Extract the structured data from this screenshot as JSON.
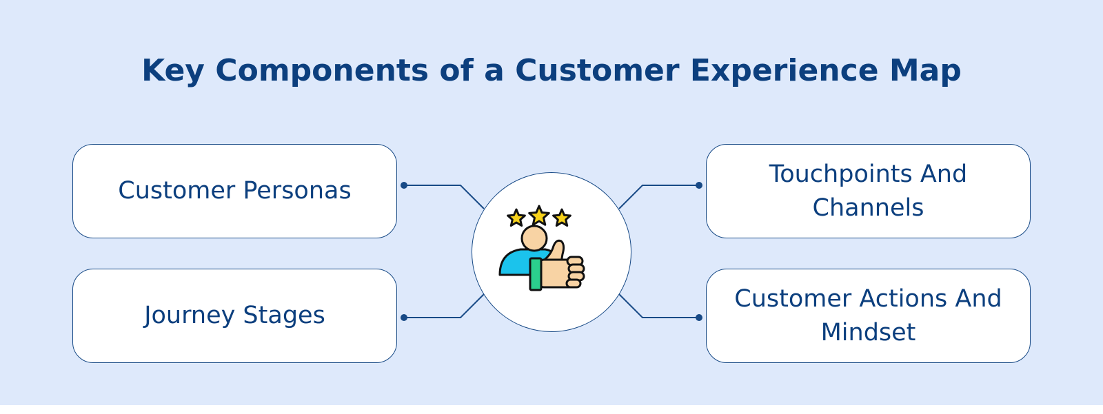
{
  "diagram": {
    "title": "Key Components of a Customer Experience Map",
    "center": {
      "icon": "satisfied-customer-thumbs-up-three-stars-icon"
    },
    "components": {
      "customer_personas": "Customer Personas",
      "journey_stages": "Journey Stages",
      "touchpoints_and_channels": "Touchpoints And Channels",
      "customer_actions_and_mindset": "Customer Actions And Mindset"
    }
  },
  "colors": {
    "background": "#dee9fb",
    "primary_text": "#0c3f7e",
    "outline": "#184a86",
    "box_fill": "#ffffff",
    "star": "#f7d21b",
    "skin": "#f8d3a4",
    "shirt": "#1bc3ec",
    "cuff": "#2bcf8d"
  }
}
